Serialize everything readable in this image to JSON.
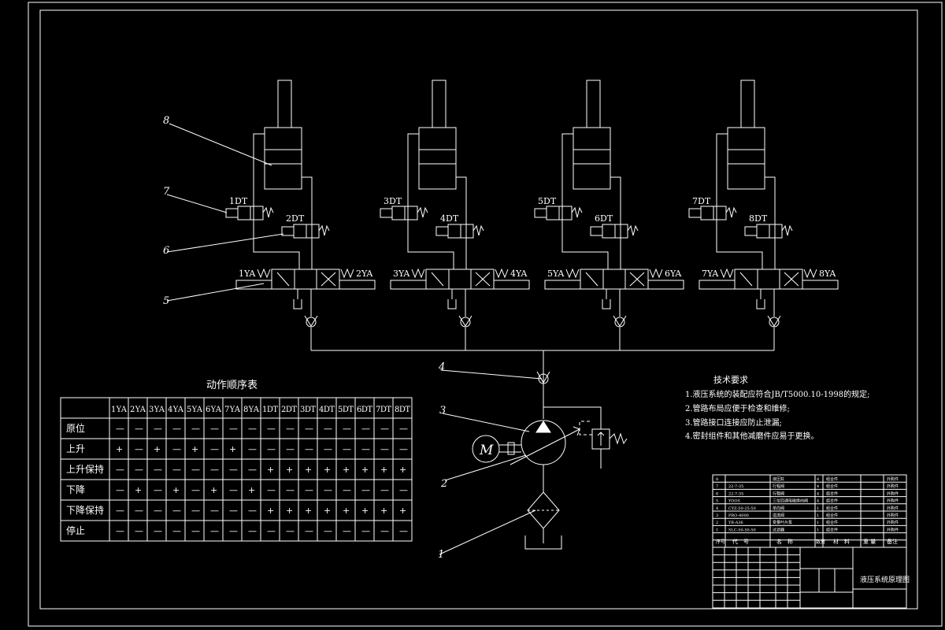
{
  "drawing": {
    "part_numbers": [
      "1",
      "2",
      "3",
      "4",
      "5",
      "6",
      "7",
      "8"
    ],
    "solenoid_labels": {
      "dt": [
        "1DT",
        "2DT",
        "3DT",
        "4DT",
        "5DT",
        "6DT",
        "7DT",
        "8DT"
      ],
      "ya": [
        "1YA",
        "2YA",
        "3YA",
        "4YA",
        "5YA",
        "6YA",
        "7YA",
        "8YA"
      ]
    },
    "motor_symbol": "M"
  },
  "sequence_table": {
    "title": "动作顺序表",
    "columns": [
      "1YA",
      "2YA",
      "3YA",
      "4YA",
      "5YA",
      "6YA",
      "7YA",
      "8YA",
      "1DT",
      "2DT",
      "3DT",
      "4DT",
      "5DT",
      "6DT",
      "7DT",
      "8DT"
    ],
    "rows": [
      {
        "label": "原位",
        "cells": [
          "—",
          "—",
          "—",
          "—",
          "—",
          "—",
          "—",
          "—",
          "—",
          "—",
          "—",
          "—",
          "—",
          "—",
          "—",
          "—"
        ]
      },
      {
        "label": "上升",
        "cells": [
          "+",
          "—",
          "+",
          "—",
          "+",
          "—",
          "+",
          "—",
          "—",
          "—",
          "—",
          "—",
          "—",
          "—",
          "—",
          "—"
        ]
      },
      {
        "label": "上升保持",
        "cells": [
          "—",
          "—",
          "—",
          "—",
          "—",
          "—",
          "—",
          "—",
          "+",
          "+",
          "+",
          "+",
          "+",
          "+",
          "+",
          "+"
        ]
      },
      {
        "label": "下降",
        "cells": [
          "—",
          "+",
          "—",
          "+",
          "—",
          "+",
          "—",
          "+",
          "—",
          "—",
          "—",
          "—",
          "—",
          "—",
          "—",
          "—"
        ]
      },
      {
        "label": "下降保持",
        "cells": [
          "—",
          "—",
          "—",
          "—",
          "—",
          "—",
          "—",
          "—",
          "+",
          "+",
          "+",
          "+",
          "+",
          "+",
          "+",
          "+"
        ]
      },
      {
        "label": "停止",
        "cells": [
          "—",
          "—",
          "—",
          "—",
          "—",
          "—",
          "—",
          "—",
          "—",
          "—",
          "—",
          "—",
          "—",
          "—",
          "—",
          "—"
        ]
      }
    ]
  },
  "tech_requirements": {
    "title": "技术要求",
    "items": [
      "1.液压系统的装配应符合JB/T5000.10-1998的规定;",
      "2.管路布局应便于检查和维修;",
      "3.管路接口连接应防止泄漏;",
      "4.密封组件和其他减磨件应易于更换。"
    ]
  },
  "title_block": {
    "drawing_title": "液压系统原理图",
    "header": {
      "no": "序号",
      "code": "代　号",
      "name": "名　称",
      "qty": "数量",
      "material": "材　料",
      "weight": "重 量",
      "remark": "备注"
    },
    "rows": [
      {
        "no": "8",
        "code": "",
        "name": "液压缸",
        "qty": "4",
        "material": "组合件",
        "remark": "外购件"
      },
      {
        "no": "7",
        "code": "22-7-35",
        "name": "行程阀",
        "qty": "4",
        "material": "组合件",
        "remark": "外购件"
      },
      {
        "no": "6",
        "code": "22-7-35",
        "name": "行程阀",
        "qty": "4",
        "material": "组合件",
        "remark": "外购件"
      },
      {
        "no": "5",
        "code": "YOOS",
        "name": "三位四通电磁换向阀",
        "qty": "4",
        "material": "组合件",
        "remark": "外购件"
      },
      {
        "no": "4",
        "code": "CYZ-50-25-50",
        "name": "单向阀",
        "qty": "1",
        "material": "组合件",
        "remark": "外购件"
      },
      {
        "no": "3",
        "code": "PRO-4000",
        "name": "溢流阀",
        "qty": "1",
        "material": "组合件",
        "remark": "外购件"
      },
      {
        "no": "2",
        "code": "YB-A36",
        "name": "变量叶片泵",
        "qty": "1",
        "material": "组合件",
        "remark": "外购件"
      },
      {
        "no": "1",
        "code": "SLC-50-50-50",
        "name": "过滤器",
        "qty": "1",
        "material": "组合件",
        "remark": "外购件"
      }
    ]
  }
}
